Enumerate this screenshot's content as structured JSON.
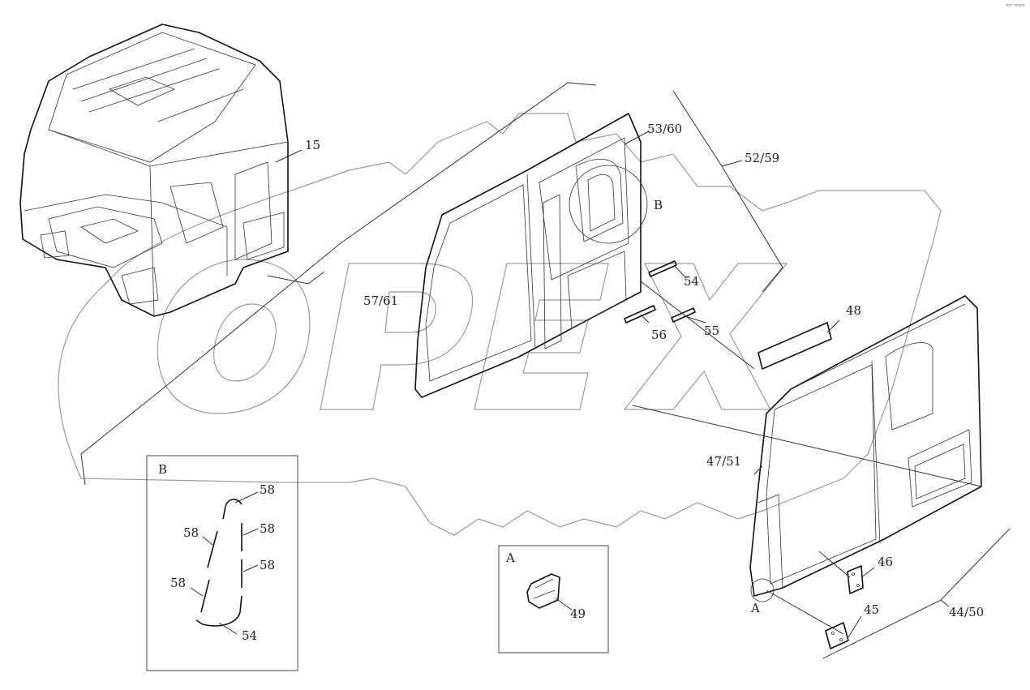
{
  "corner_mark": "ᵉⁿ ᵐᵉᵉ",
  "watermark": {
    "text": "OPEX",
    "color": "#9a9a9a"
  },
  "labels": {
    "l15": "15",
    "l53_60": "53/60",
    "l52_59": "52/59",
    "lB_detail": "B",
    "l54_top": "54",
    "l57_61": "57/61",
    "l56": "56",
    "l55": "55",
    "l48": "48",
    "l47_51": "47/51",
    "l46": "46",
    "l45": "45",
    "l44_50": "44/50",
    "lA_circle": "A",
    "lA_box": "A",
    "l49": "49",
    "lB_box": "B",
    "l58_a": "58",
    "l58_b": "58",
    "l58_c": "58",
    "l58_d": "58",
    "l58_e": "58",
    "l54_box": "54"
  }
}
